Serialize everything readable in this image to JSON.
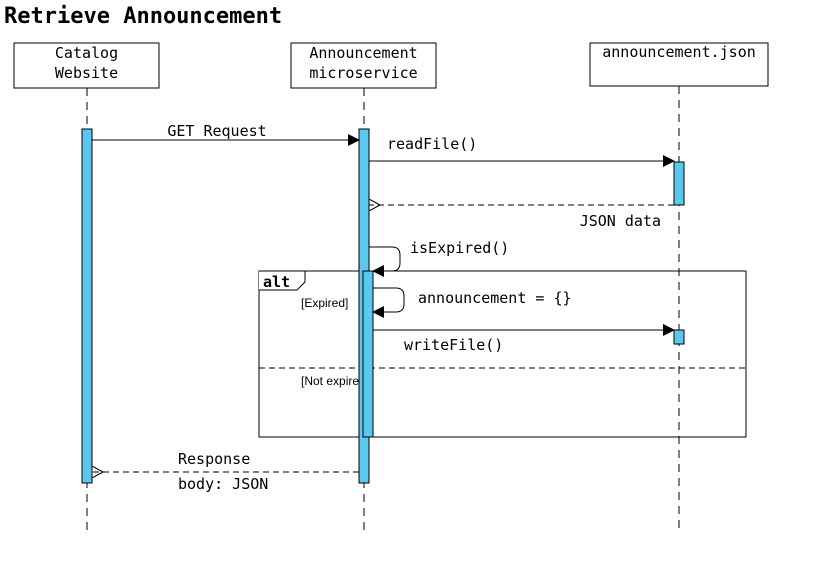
{
  "diagram": {
    "title": "Retrieve Announcement",
    "participants": [
      {
        "id": "catalog",
        "line1": "Catalog",
        "line2": "Website"
      },
      {
        "id": "announcement",
        "line1": "Announcement",
        "line2": "microservice"
      },
      {
        "id": "json",
        "line1": "announcement.json",
        "line2": ""
      }
    ],
    "messages": {
      "get_request": "GET Request",
      "read_file": "readFile()",
      "json_data": "JSON data",
      "is_expired": "isExpired()",
      "announcement_reset": "announcement = {}",
      "write_file": "writeFile()",
      "response_line1": "Response",
      "response_line2": "body: JSON"
    },
    "fragment": {
      "operator": "alt",
      "guard_expired": "[Expired]",
      "guard_not_expired": "[Not expired]"
    },
    "colors": {
      "activation": "#5bc8ef",
      "line": "#000000"
    }
  }
}
